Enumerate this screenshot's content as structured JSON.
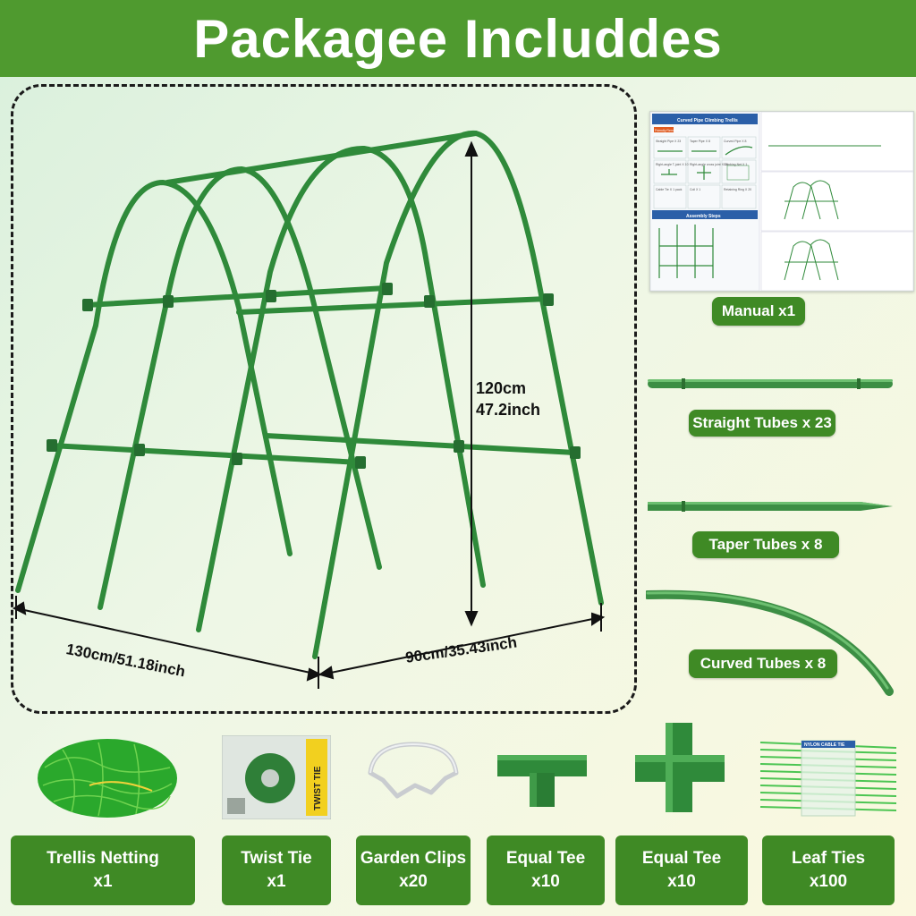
{
  "header": {
    "title": "Packagee  Includdes"
  },
  "dimensions": {
    "height_cm": "120cm",
    "height_in": "47.2inch",
    "length": "130cm/51.18inch",
    "width": "90cm/35.43inch"
  },
  "side_items": [
    {
      "label": "Manual x1"
    },
    {
      "label": "Straight Tubes x 23"
    },
    {
      "label": "Taper Tubes x 8"
    },
    {
      "label": "Curved Tubes x 8"
    }
  ],
  "manual_doc": {
    "title": "Curved Pipe Climbing Trellis",
    "reminder": "Friendly Reminder",
    "section": "Assembly Steps",
    "parts": [
      "Straight Pipe X 23",
      "Taper Pipe X 8",
      "Curved Pipe X 8",
      "Right-angle T-joint X 10",
      "Right-angle cross joint X 10",
      "Climbing Net X 1",
      "Cable Tie X 1 pack",
      "Coil X 1",
      "Retaining Ring X 20"
    ]
  },
  "bottom_items": [
    {
      "name": "Trellis Netting",
      "qty": "x1"
    },
    {
      "name": "Twist Tie",
      "qty": "x1"
    },
    {
      "name": "Garden Clips",
      "qty": "x20"
    },
    {
      "name": "Equal Tee",
      "qty": "x10"
    },
    {
      "name": "Equal Tee",
      "qty": "x10"
    },
    {
      "name": "Leaf Ties",
      "qty": "x100"
    }
  ],
  "product_text": {
    "twist_tie_label": "TWIST TIE",
    "leaf_ties_label": "NYLON CABLE TIE"
  },
  "colors": {
    "brand_green": "#4f9a2f",
    "pill_green": "#3f8a25",
    "tube_green": "#2f7d36"
  }
}
